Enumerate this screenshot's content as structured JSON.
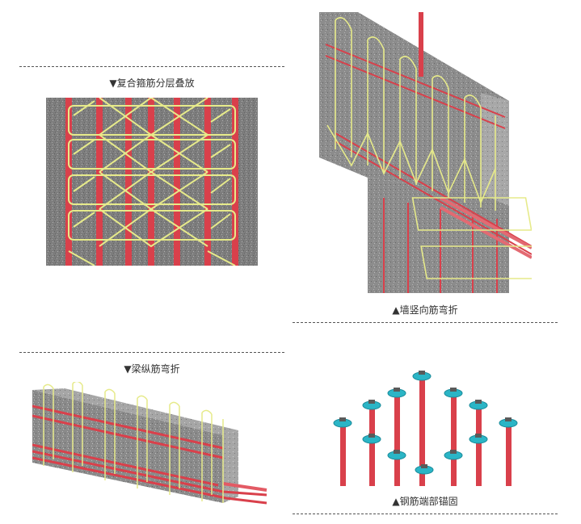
{
  "captions": {
    "stirrup": "▼复合箍筋分层叠放",
    "wall": "▲墙竖向筋弯折",
    "beam": "▼梁纵筋弯折",
    "anchor": "▲钢筋端部锚固"
  },
  "colors": {
    "concrete": "#8a8a8a",
    "rebar": "#d9404b",
    "stirrup": "#e6ea8a",
    "anchor_plate": "#2bb5c6"
  }
}
